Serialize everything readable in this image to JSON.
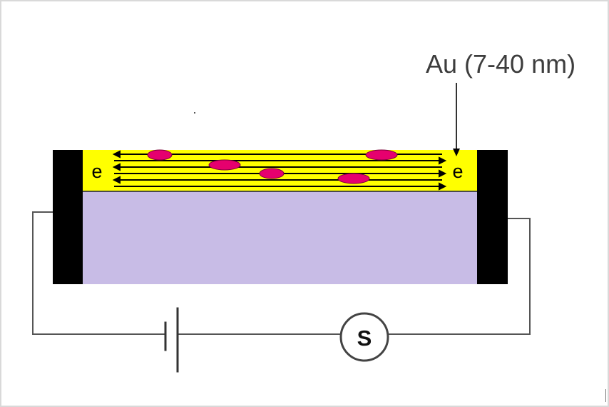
{
  "diagram": {
    "thickness_label": "Au (7-40 nm)",
    "electron_left": "e",
    "electron_right": "e",
    "meter_label": "S"
  },
  "colors": {
    "gold_film": "#ffff00",
    "substrate": "#c8bce6",
    "electrode": "#000000",
    "scatterer": "#e6006e",
    "wire": "#555555",
    "page_border": "#d9d9d9"
  }
}
